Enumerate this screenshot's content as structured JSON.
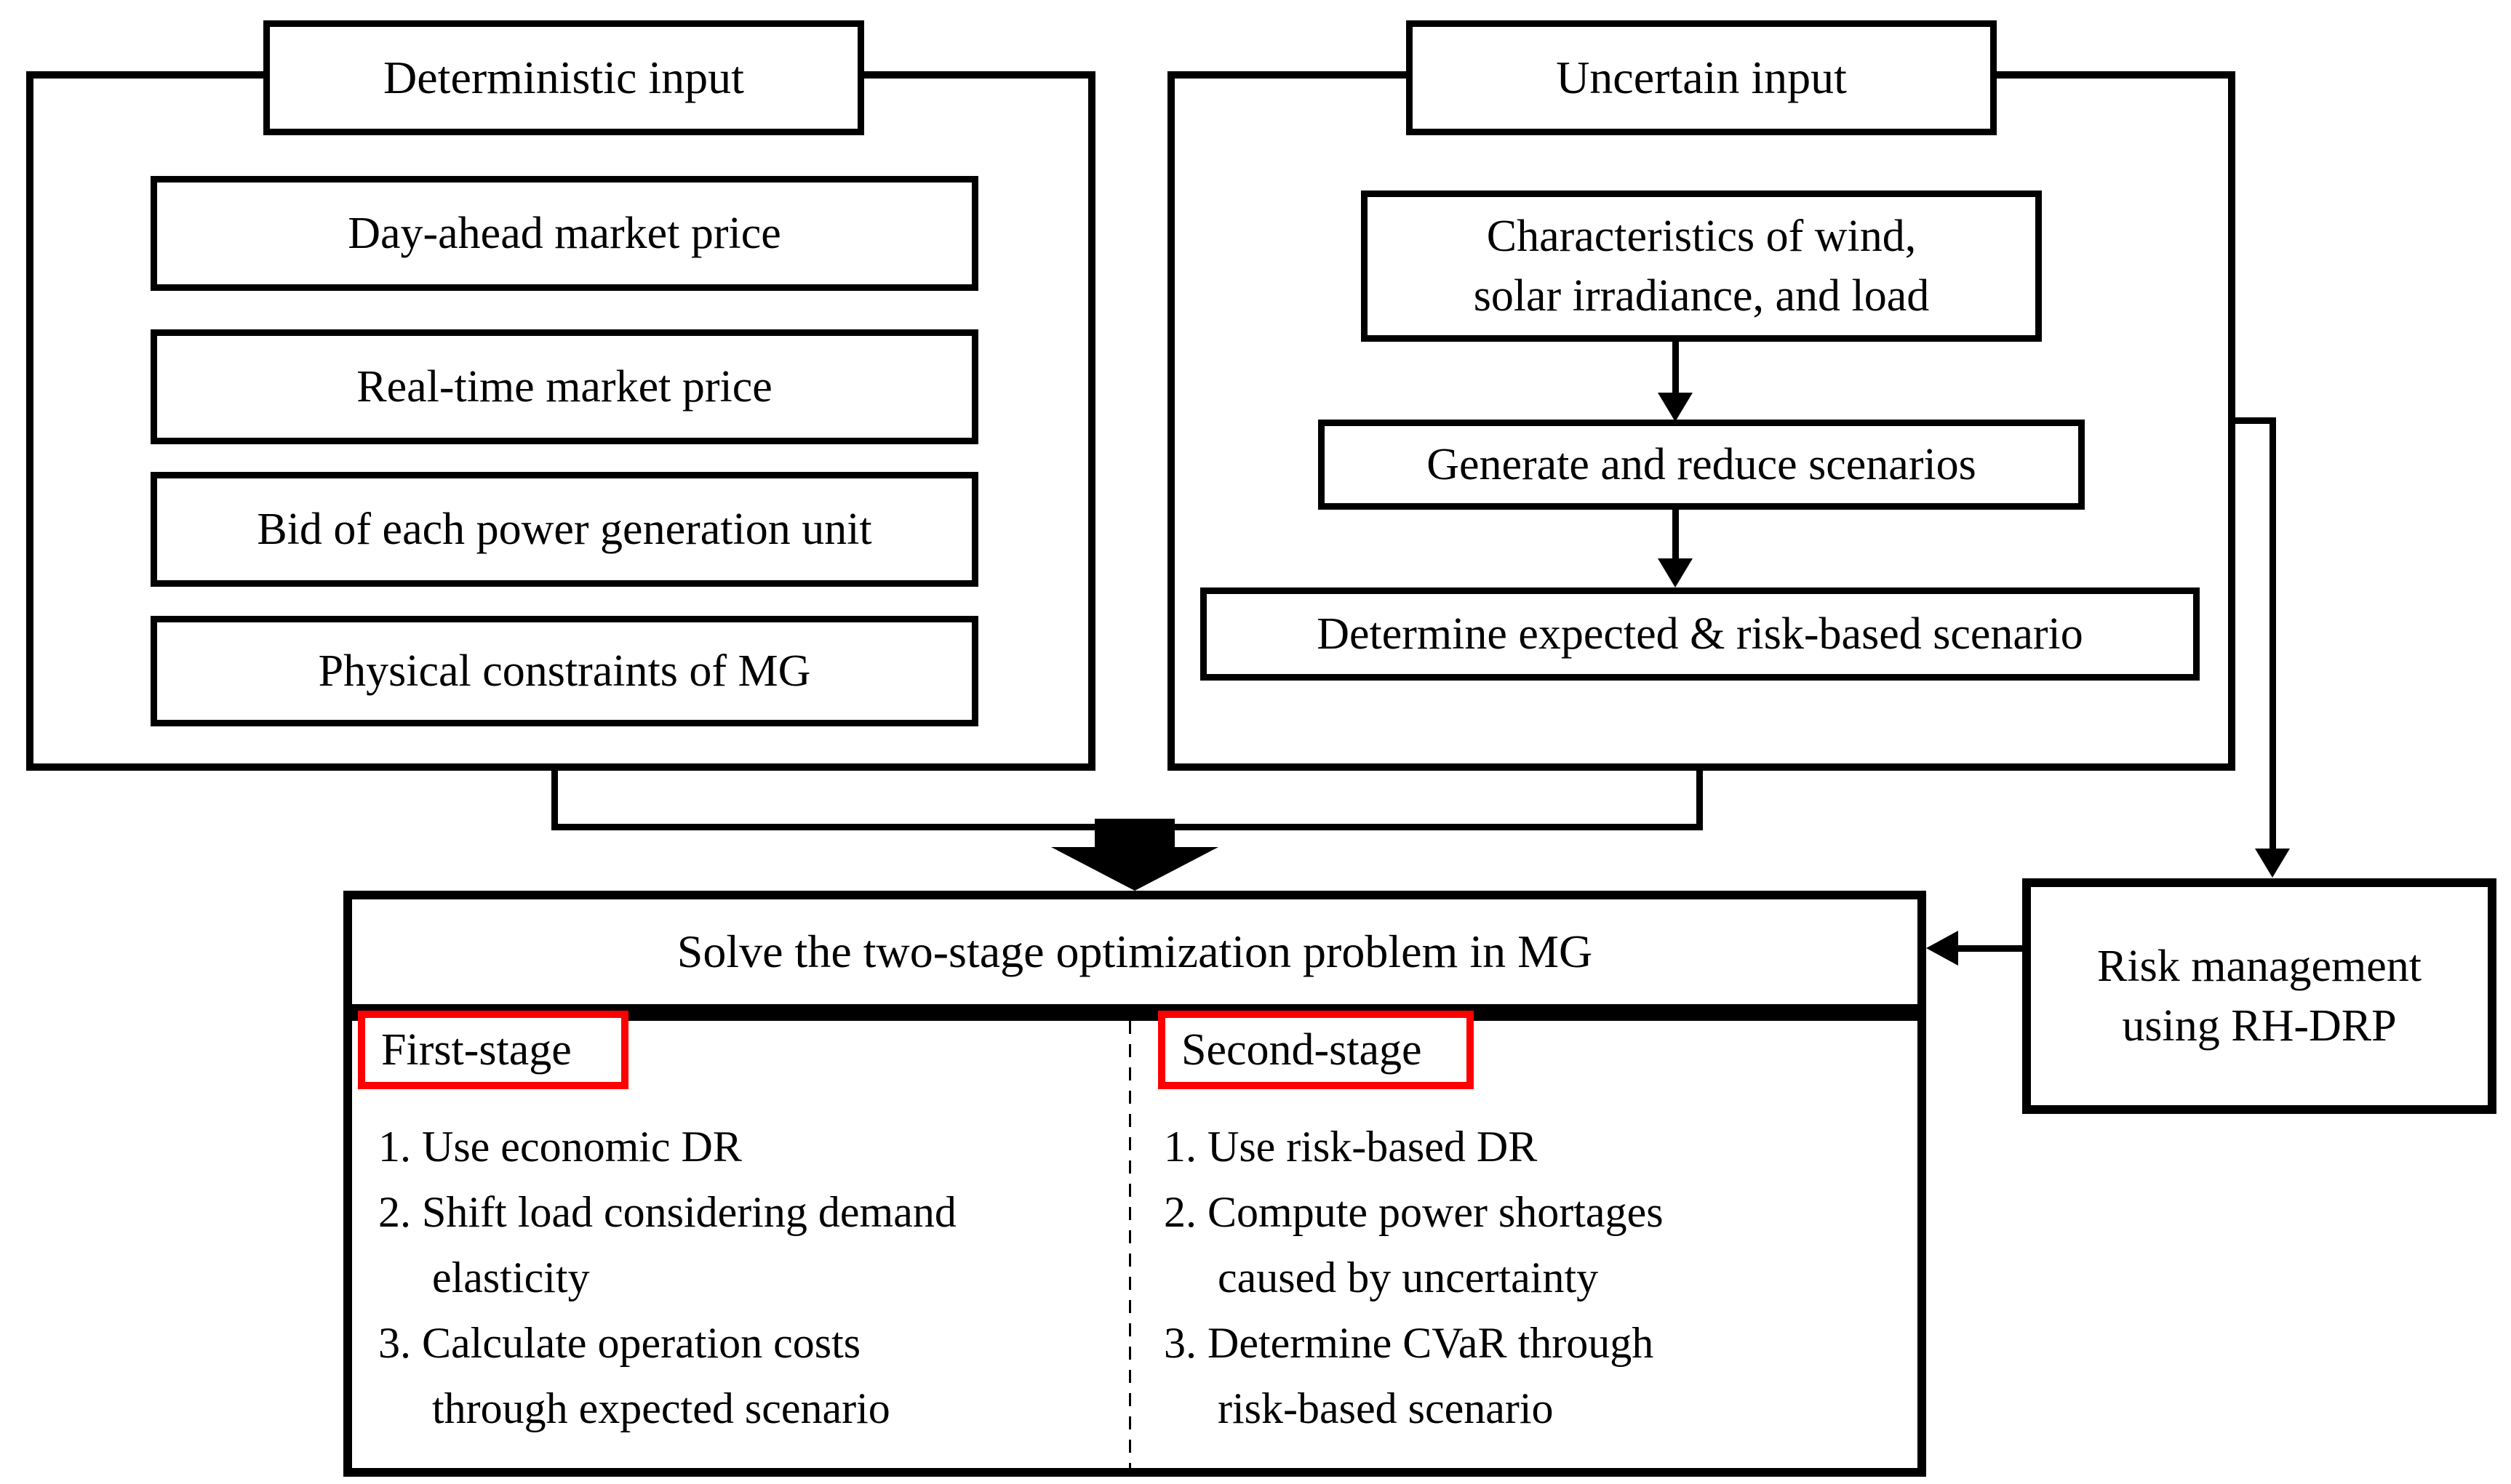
{
  "deterministic": {
    "title": "Deterministic input",
    "boxes": [
      "Day-ahead market price",
      "Real-time market price",
      "Bid of each power generation unit",
      "Physical constraints of MG"
    ]
  },
  "uncertain": {
    "title": "Uncertain input",
    "characteristics": [
      "Characteristics of wind,",
      "solar irradiance, and load"
    ],
    "generate": "Generate and reduce scenarios",
    "determine": "Determine expected & risk-based scenario"
  },
  "solve": {
    "title": "Solve the two-stage optimization problem in MG"
  },
  "risk": {
    "lines": [
      "Risk management",
      "using RH-DRP"
    ]
  },
  "stages": {
    "first": {
      "label": "First-stage",
      "items": [
        "1. Use economic DR",
        "2. Shift load considering demand",
        "elasticity",
        "3. Calculate operation costs",
        "through expected scenario"
      ]
    },
    "second": {
      "label": "Second-stage",
      "items": [
        "1. Use risk-based DR",
        "2. Compute power shortages",
        "caused by uncertainty",
        "3. Determine CVaR through",
        "risk-based scenario"
      ]
    }
  },
  "colors": {
    "stage_border": "#ff0000",
    "line": "#000000",
    "background": "#ffffff"
  }
}
